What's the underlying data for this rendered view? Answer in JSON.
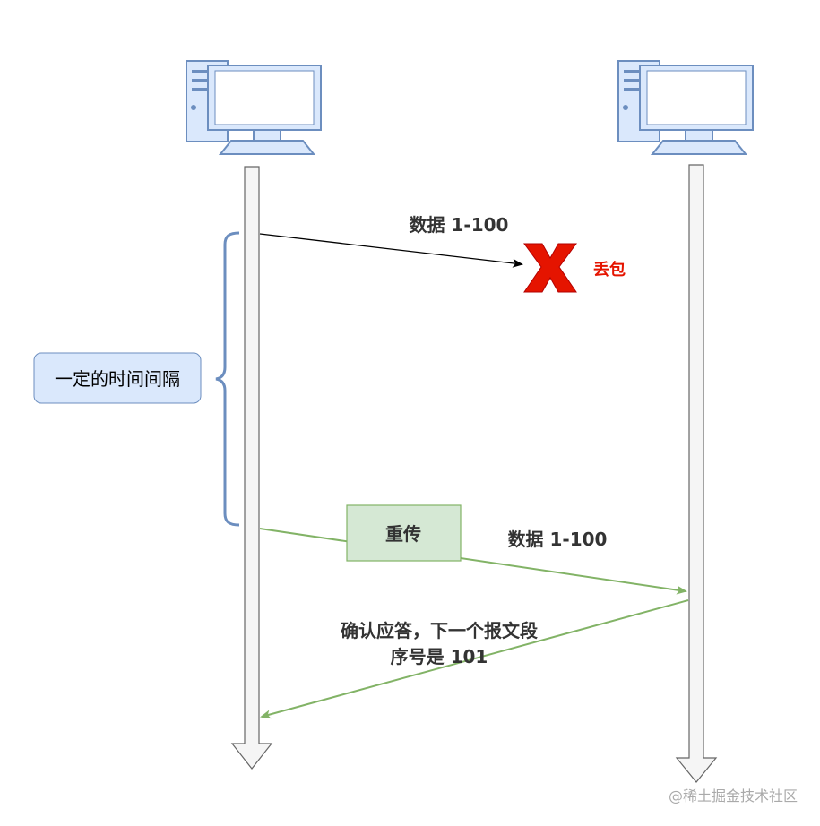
{
  "labels": {
    "send_data": "数据 1-100",
    "loss": "丢包",
    "interval": "一定的时间间隔",
    "retransmit": "重传",
    "resend_data": "数据 1-100",
    "ack_line1": "确认应答，下一个报文段",
    "ack_line2": "序号是 101",
    "watermark": "@稀土掘金技术社区"
  },
  "colors": {
    "computer_fill": "#dae8fc",
    "computer_stroke": "#6c8ebf",
    "lifeline_fill": "#f5f5f5",
    "lifeline_stroke": "#666666",
    "brace": "#6c8ebf",
    "green": "#82b366",
    "green_fill": "#d5e8d4",
    "red_x": "#e51400",
    "loss_text": "#e51400",
    "text": "#333333",
    "watermark": "#aaaaaa"
  },
  "icons": {
    "client": "computer-icon",
    "server": "computer-icon",
    "loss": "red-x-icon"
  }
}
